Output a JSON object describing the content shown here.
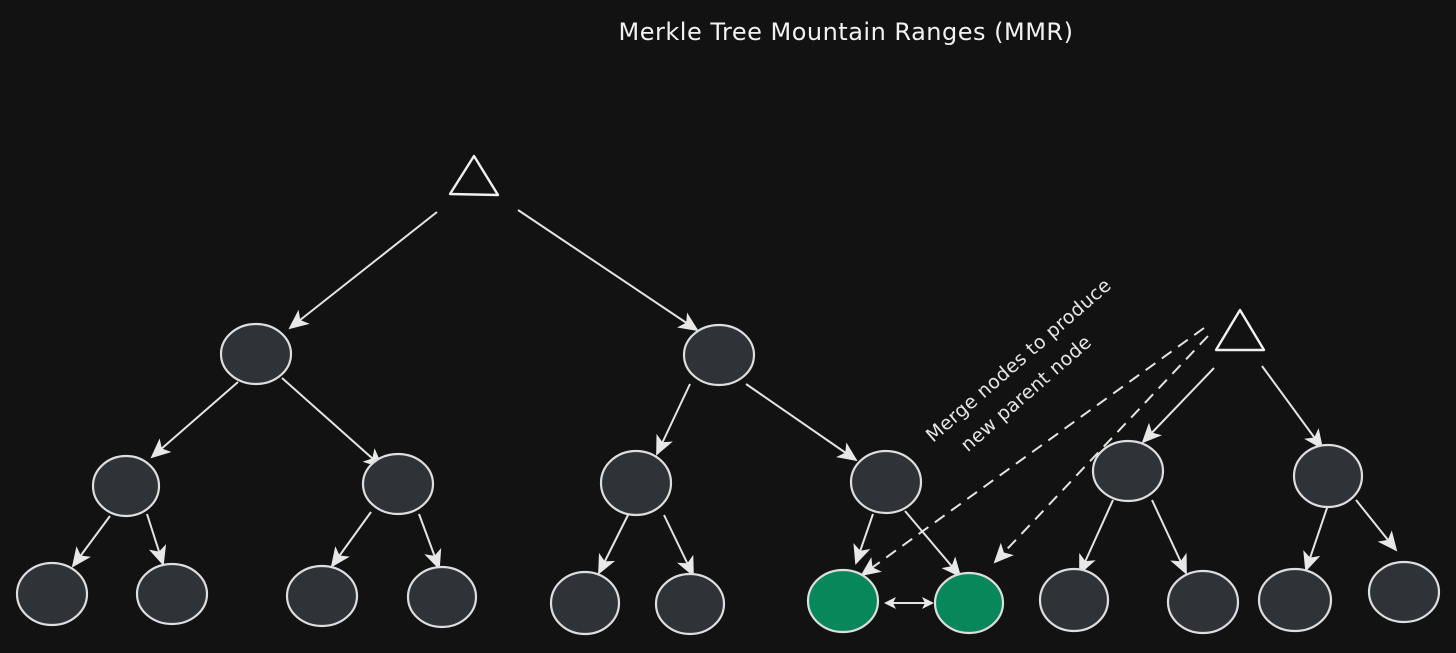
{
  "diagram": {
    "title": "Merkle Tree Mountain Ranges (MMR)",
    "annotation": {
      "line1": "Merge nodes to produce",
      "line2": "new parent node"
    },
    "colors": {
      "background": "#121212",
      "node_fill": "#2f3338",
      "merged_node_fill": "#08875a",
      "stroke": "#dedede"
    },
    "peaks": [
      {
        "id": "peak-1",
        "shape": "triangle",
        "children": [
          "n-l1-a",
          "n-l1-b"
        ]
      },
      {
        "id": "peak-2",
        "shape": "triangle",
        "children": [
          "n-r2-a",
          "n-r2-b"
        ]
      }
    ],
    "merged_leaves": [
      "leaf-9",
      "leaf-10"
    ]
  }
}
